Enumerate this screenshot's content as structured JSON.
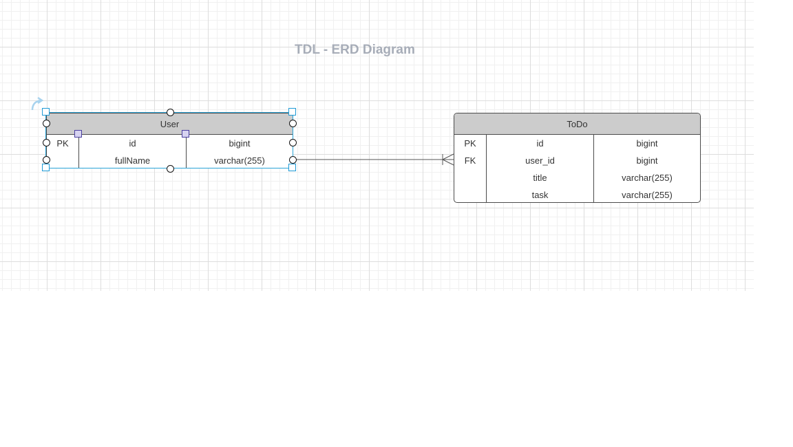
{
  "diagram": {
    "title": "TDL - ERD Diagram",
    "colors": {
      "grid": "#dddddd",
      "header": "#cccccc",
      "selection": "#29a3d6",
      "title": "#a7adb8"
    },
    "tables": {
      "user": {
        "name": "User",
        "rows": [
          {
            "key": "PK",
            "field": "id",
            "type": "bigint"
          },
          {
            "key": "",
            "field": "fullName",
            "type": "varchar(255)"
          }
        ]
      },
      "todo": {
        "name": "ToDo",
        "rows": [
          {
            "key": "PK",
            "field": "id",
            "type": "bigint"
          },
          {
            "key": "FK",
            "field": "user_id",
            "type": "bigint"
          },
          {
            "key": "",
            "field": "title",
            "type": "varchar(255)"
          },
          {
            "key": "",
            "field": "task",
            "type": "varchar(255)"
          }
        ]
      }
    },
    "relationship": {
      "from": "User",
      "to": "ToDo",
      "cardinality": "one-to-many"
    },
    "icons": {
      "rotate": "rotate-handle-icon"
    }
  }
}
